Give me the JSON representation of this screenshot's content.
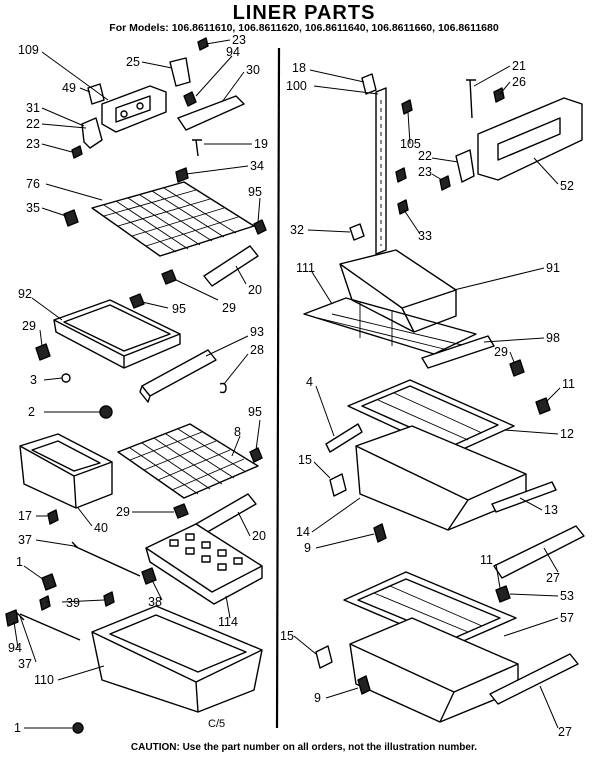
{
  "title": "LINER PARTS",
  "models_line": "For Models: 106.8611610, 106.8611620, 106.8611640, 106.8611660, 106.8611680",
  "caution": "CAUTION: Use the part number on all orders, not the illustration number.",
  "code_mark": "C/5",
  "callouts": {
    "left": [
      {
        "id": "l-109",
        "text": "109"
      },
      {
        "id": "l-23a",
        "text": "23"
      },
      {
        "id": "l-25",
        "text": "25"
      },
      {
        "id": "l-94a",
        "text": "94"
      },
      {
        "id": "l-49",
        "text": "49"
      },
      {
        "id": "l-30",
        "text": "30"
      },
      {
        "id": "l-31",
        "text": "31"
      },
      {
        "id": "l-22a",
        "text": "22"
      },
      {
        "id": "l-23b",
        "text": "23"
      },
      {
        "id": "l-19",
        "text": "19"
      },
      {
        "id": "l-34",
        "text": "34"
      },
      {
        "id": "l-76",
        "text": "76"
      },
      {
        "id": "l-95a",
        "text": "95"
      },
      {
        "id": "l-35",
        "text": "35"
      },
      {
        "id": "l-20a",
        "text": "20"
      },
      {
        "id": "l-29a",
        "text": "29"
      },
      {
        "id": "l-92",
        "text": "92"
      },
      {
        "id": "l-95b",
        "text": "95"
      },
      {
        "id": "l-29b",
        "text": "29"
      },
      {
        "id": "l-93",
        "text": "93"
      },
      {
        "id": "l-28",
        "text": "28"
      },
      {
        "id": "l-3",
        "text": "3"
      },
      {
        "id": "l-2",
        "text": "2"
      },
      {
        "id": "l-95c",
        "text": "95"
      },
      {
        "id": "l-8",
        "text": "8"
      },
      {
        "id": "l-17",
        "text": "17"
      },
      {
        "id": "l-40",
        "text": "40"
      },
      {
        "id": "l-29c",
        "text": "29"
      },
      {
        "id": "l-20b",
        "text": "20"
      },
      {
        "id": "l-37a",
        "text": "37"
      },
      {
        "id": "l-1a",
        "text": "1"
      },
      {
        "id": "l-39",
        "text": "39"
      },
      {
        "id": "l-38",
        "text": "38"
      },
      {
        "id": "l-114",
        "text": "114"
      },
      {
        "id": "l-94b",
        "text": "94"
      },
      {
        "id": "l-37b",
        "text": "37"
      },
      {
        "id": "l-110",
        "text": "110"
      },
      {
        "id": "l-1b",
        "text": "1"
      }
    ],
    "right": [
      {
        "id": "r-18",
        "text": "18"
      },
      {
        "id": "r-100",
        "text": "100"
      },
      {
        "id": "r-21",
        "text": "21"
      },
      {
        "id": "r-26",
        "text": "26"
      },
      {
        "id": "r-105",
        "text": "105"
      },
      {
        "id": "r-22",
        "text": "22"
      },
      {
        "id": "r-23",
        "text": "23"
      },
      {
        "id": "r-52",
        "text": "52"
      },
      {
        "id": "r-32",
        "text": "32"
      },
      {
        "id": "r-33",
        "text": "33"
      },
      {
        "id": "r-111",
        "text": "111"
      },
      {
        "id": "r-91",
        "text": "91"
      },
      {
        "id": "r-98",
        "text": "98"
      },
      {
        "id": "r-29",
        "text": "29"
      },
      {
        "id": "r-4",
        "text": "4"
      },
      {
        "id": "r-11a",
        "text": "11"
      },
      {
        "id": "r-12",
        "text": "12"
      },
      {
        "id": "r-15a",
        "text": "15"
      },
      {
        "id": "r-13",
        "text": "13"
      },
      {
        "id": "r-14",
        "text": "14"
      },
      {
        "id": "r-9a",
        "text": "9"
      },
      {
        "id": "r-11b",
        "text": "11"
      },
      {
        "id": "r-27a",
        "text": "27"
      },
      {
        "id": "r-53",
        "text": "53"
      },
      {
        "id": "r-57",
        "text": "57"
      },
      {
        "id": "r-15b",
        "text": "15"
      },
      {
        "id": "r-9b",
        "text": "9"
      },
      {
        "id": "r-27b",
        "text": "27"
      }
    ]
  }
}
